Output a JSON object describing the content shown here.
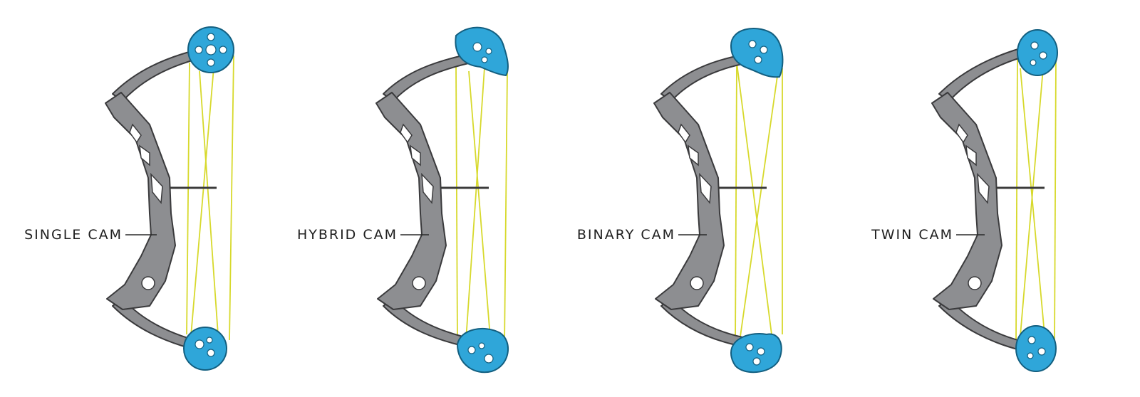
{
  "bows": [
    {
      "label": "SINGLE CAM",
      "colors": {
        "cam": "#2fa6d9",
        "string": "#d7d92c",
        "riser": "#8d8e91"
      }
    },
    {
      "label": "HYBRID CAM",
      "colors": {
        "cam": "#2fa6d9",
        "string": "#d7d92c",
        "riser": "#8d8e91"
      }
    },
    {
      "label": "BINARY CAM",
      "colors": {
        "cam": "#2fa6d9",
        "string": "#d7d92c",
        "riser": "#8d8e91"
      }
    },
    {
      "label": "TWIN CAM",
      "colors": {
        "cam": "#2fa6d9",
        "string": "#d7d92c",
        "riser": "#8d8e91"
      }
    }
  ]
}
